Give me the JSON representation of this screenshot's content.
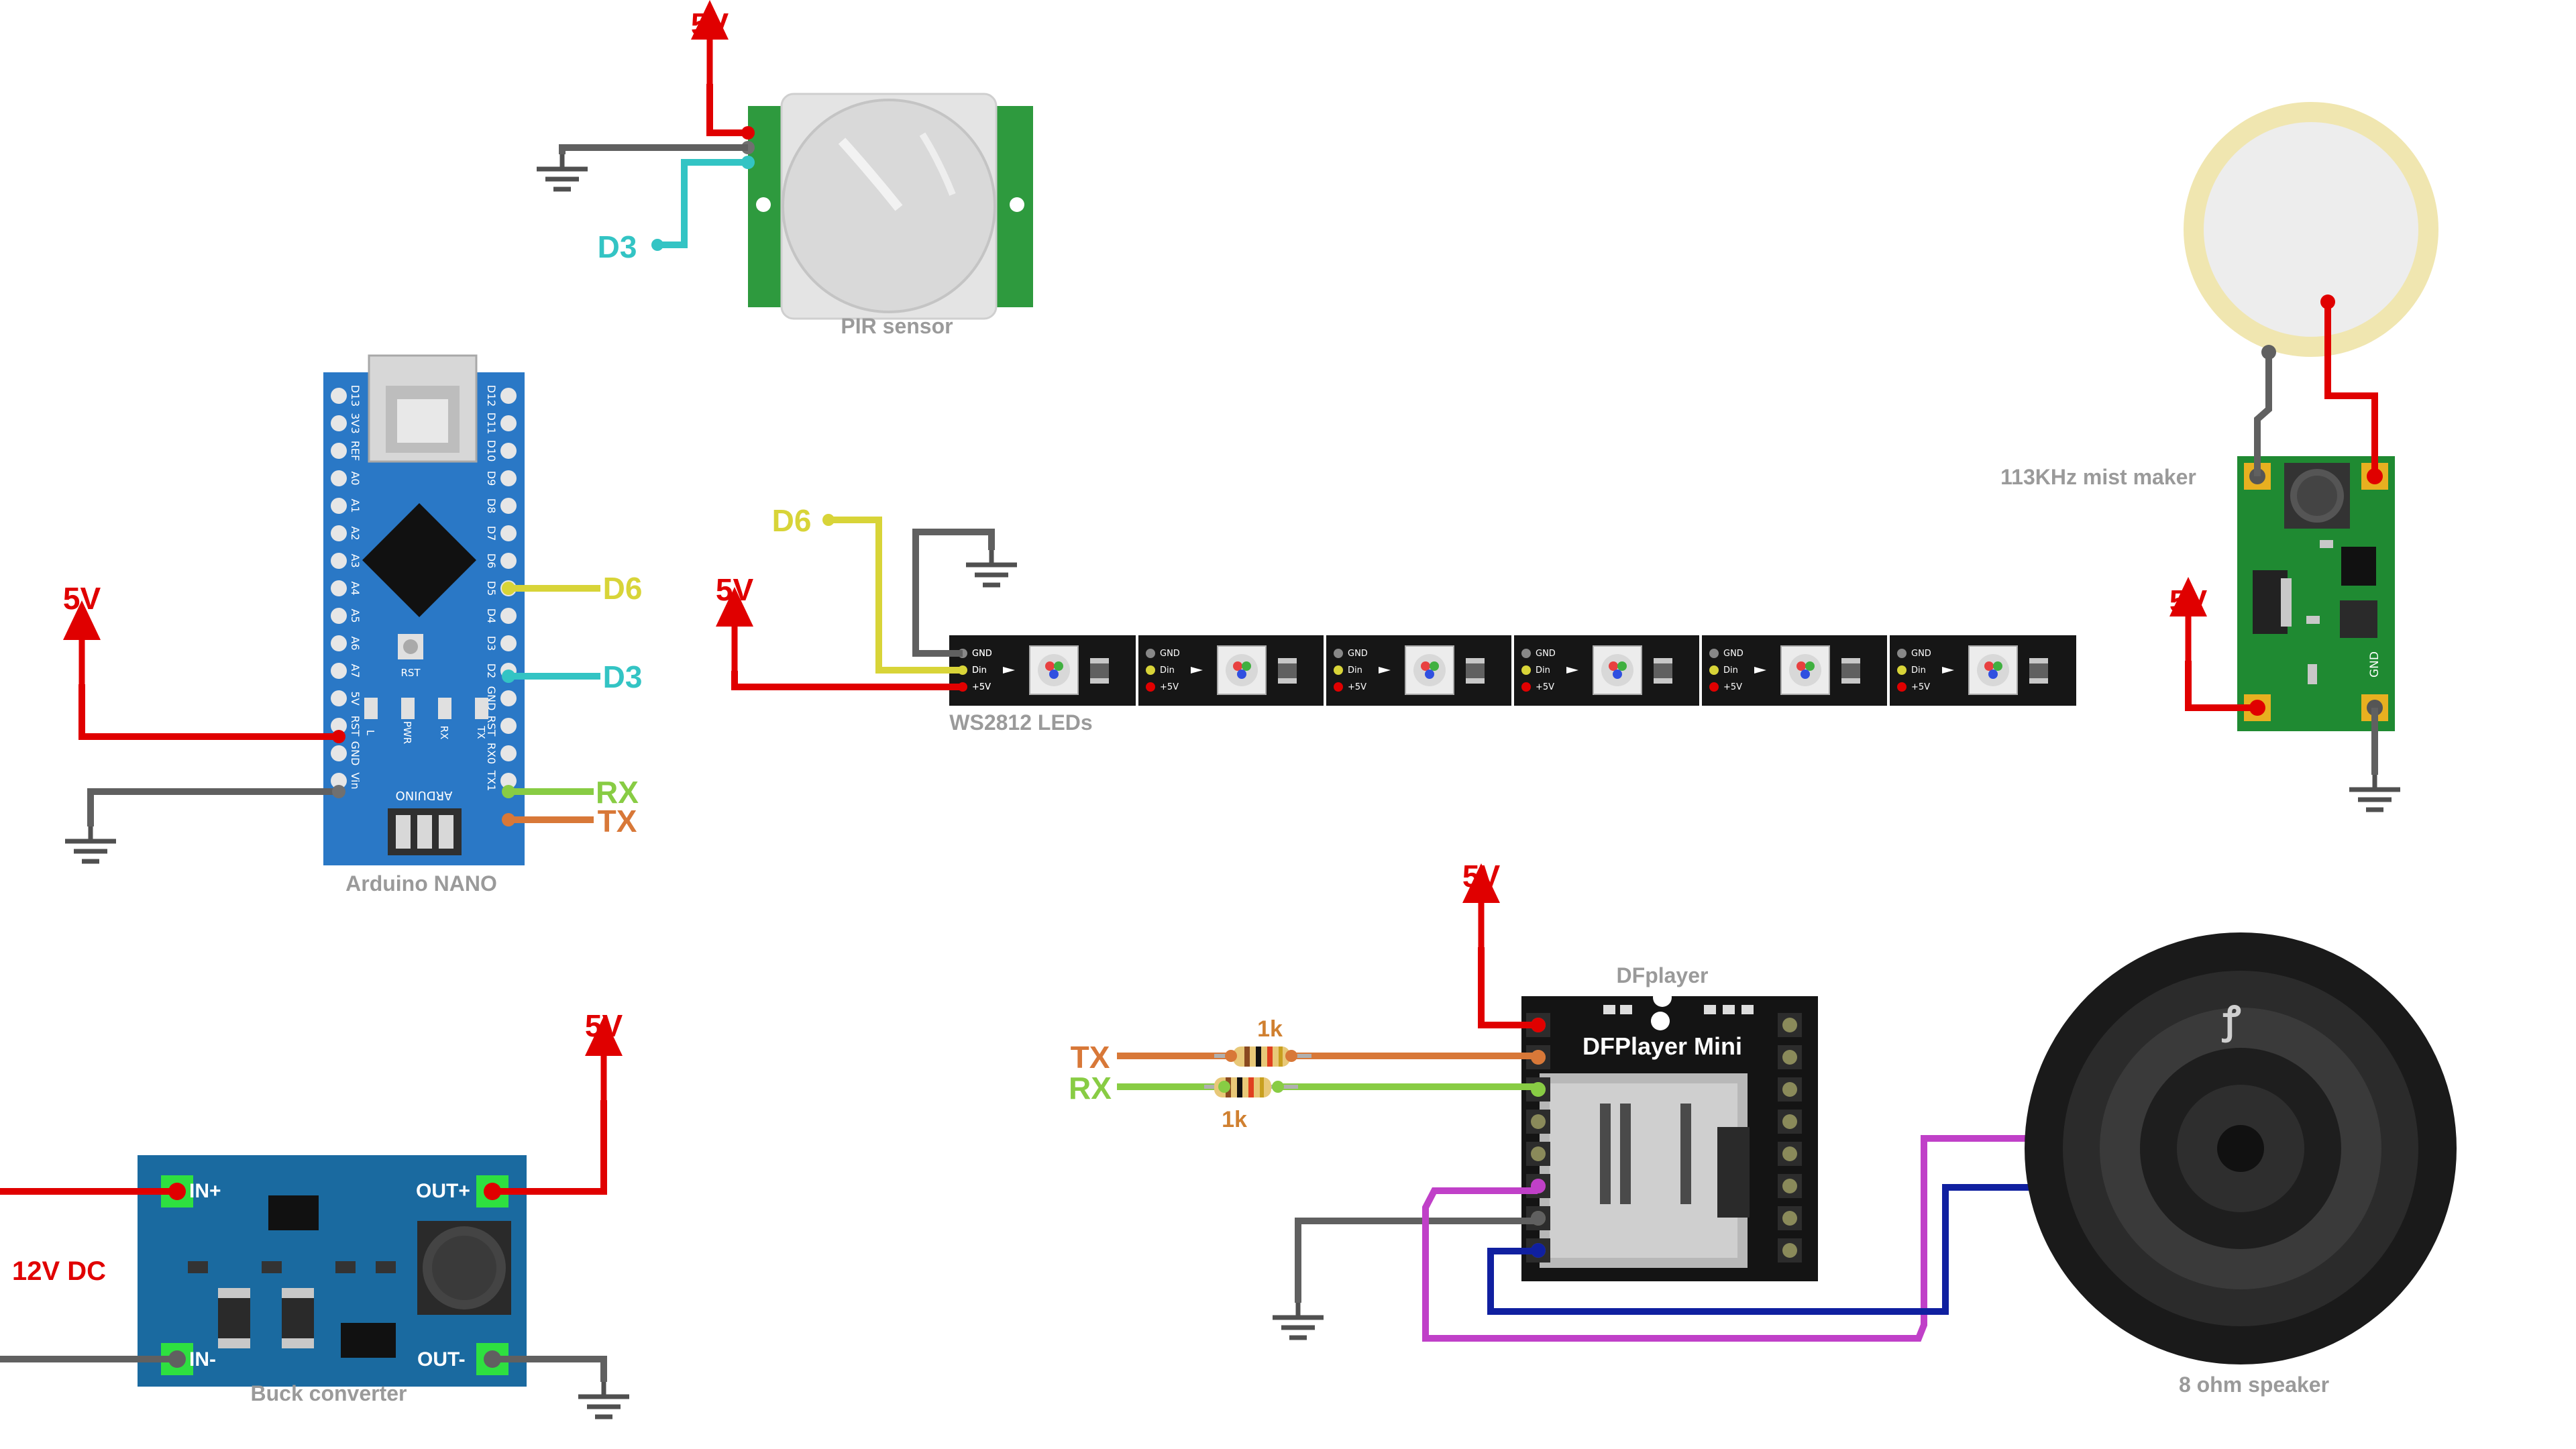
{
  "labels": {
    "pir": "PIR sensor",
    "nano": "Arduino NANO",
    "leds": "WS2812 LEDs",
    "mist": "113KHz mist maker",
    "buck": "Buck converter",
    "dfplayer": "DFplayer",
    "dfplayer_board": "DFPlayer Mini",
    "speaker": "8 ohm speaker",
    "nano_board_text": "ARDUINO",
    "nano_rst": "RST"
  },
  "signals": {
    "v5": "5V",
    "d3": "D3",
    "d6": "D6",
    "rx": "RX",
    "tx": "TX",
    "v12": "12V DC",
    "res": "1k"
  },
  "nano_pins": {
    "left": [
      "D13",
      "3V3",
      "REF",
      "A0",
      "A1",
      "A2",
      "A3",
      "A4",
      "A5",
      "A6",
      "A7",
      "5V",
      "RST",
      "GND",
      "Vin"
    ],
    "right": [
      "D12",
      "D11",
      "D10",
      "D9",
      "D8",
      "D7",
      "D6",
      "D5",
      "D4",
      "D3",
      "D2",
      "GND",
      "RST",
      "RX0",
      "TX1"
    ],
    "leds": [
      "L",
      "PWR",
      "RX",
      "TX"
    ]
  },
  "led_pins": [
    "GND",
    "Din",
    "+5V"
  ],
  "buck_pins": {
    "in_plus": "IN+",
    "in_minus": "IN-",
    "out_plus": "OUT+",
    "out_minus": "OUT-"
  },
  "mist_gnd": "GND",
  "colors": {
    "power": "#e00000",
    "ground": "#606060",
    "d3": "#33c4c4",
    "d6": "#d8d438",
    "rx": "#88cc44",
    "tx": "#d87838",
    "speaker_plus": "#c040c8",
    "speaker_minus": "#1020a0",
    "nano_board": "#2a78c6",
    "pcb_green": "#1f8a32",
    "buck_board": "#1a6aa0"
  }
}
